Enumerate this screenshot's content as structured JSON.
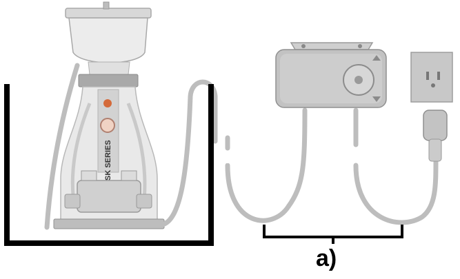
{
  "figure": {
    "caption_label": "a)",
    "product_label": "SK SERIES"
  },
  "components": {
    "skimmer": "protein-skimmer",
    "tank": "aquarium-sump",
    "controller": "pump-controller",
    "outlet": "wall-socket",
    "plug": "power-plug"
  },
  "colors": {
    "outline": "#000000",
    "device_body": "#c4c4c4",
    "device_shadow": "#9b9b9b",
    "cable": "#bdbdbd",
    "clear_plastic": "#e6e6e6"
  }
}
